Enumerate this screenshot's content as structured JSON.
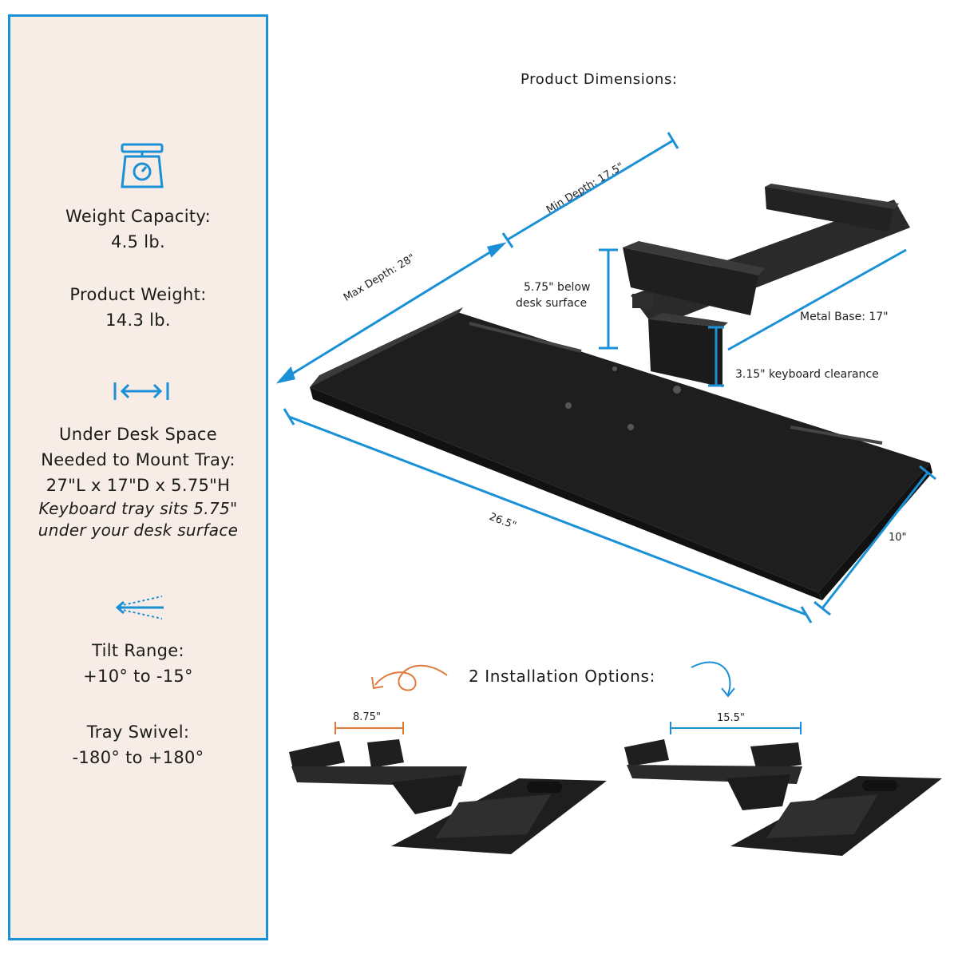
{
  "colors": {
    "accent_blue": "#1a90d6",
    "panel_bg": "#f8ece6",
    "orange_arrow": "#e07a3a",
    "product_black": "#1e1e1e"
  },
  "specs": {
    "weight_capacity_label": "Weight Capacity:",
    "weight_capacity_value": "4.5 lb.",
    "product_weight_label": "Product Weight:",
    "product_weight_value": "14.3 lb.",
    "under_desk_label_1": "Under Desk Space",
    "under_desk_label_2": "Needed to Mount Tray:",
    "under_desk_value": "27\"L x 17\"D x 5.75\"H",
    "under_desk_note_1": "Keyboard tray sits 5.75\"",
    "under_desk_note_2": "under your desk surface",
    "tilt_label": "Tilt Range:",
    "tilt_value": "+10° to -15°",
    "swivel_label": "Tray Swivel:",
    "swivel_value": "-180° to +180°"
  },
  "icons": {
    "scale": "scale-icon",
    "width_arrows": "width-arrows-icon",
    "tilt": "tilt-icon"
  },
  "diagram": {
    "title": "Product Dimensions:",
    "max_depth": "Max Depth: 28\"",
    "min_depth": "Min Depth: 17.5\"",
    "below_desk_1": "5.75\" below",
    "below_desk_2": "desk surface",
    "metal_base": "Metal Base: 17\"",
    "keyboard_clearance": "3.15\" keyboard clearance",
    "width": "26.5\"",
    "depth": "10\""
  },
  "installation": {
    "title": "2 Installation Options:",
    "option1_width": "8.75\"",
    "option2_width": "15.5\""
  }
}
